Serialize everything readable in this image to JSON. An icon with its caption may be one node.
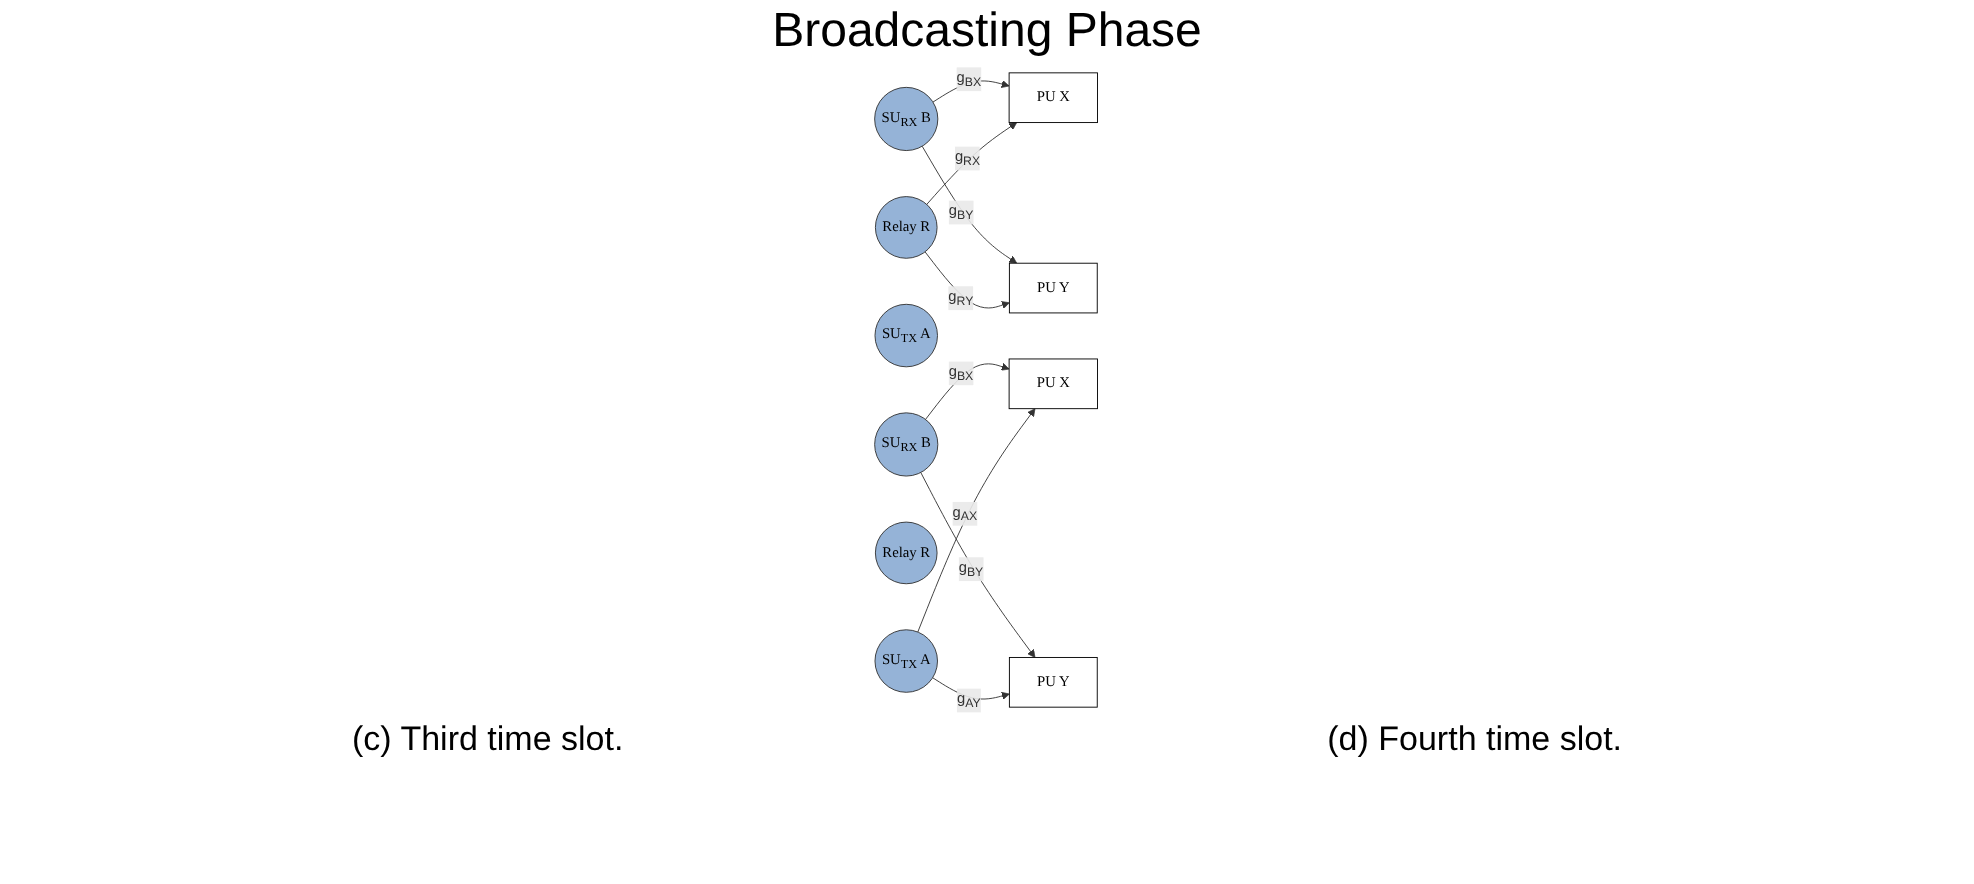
{
  "diagram": {
    "title": "Broadcasting Phase",
    "nodes": [
      {
        "text": [
          "SU$_{RX}$ B"
        ]
      },
      {
        "text": [
          "PU X"
        ]
      },
      {
        "text": [
          "Relay R"
        ]
      },
      {
        "text": [
          "PU Y"
        ]
      },
      {
        "text": [
          "SU$_{TX}$ A"
        ]
      },
      {
        "text": [
          "SU$_{RX}$ B"
        ]
      },
      {
        "text": [
          "PU X"
        ]
      },
      {
        "text": [
          "Relay R"
        ]
      },
      {
        "text": [
          "PU Y"
        ]
      },
      {
        "text": [
          "SU$_{TX}$ A"
        ]
      }
    ],
    "edges": [
      {
        "from": 0,
        "to": 1,
        "arrow": "to",
        "label": "g$_{BX}$"
      },
      {
        "from": 0,
        "to": 3,
        "arrow": "to",
        "label": "g$_{BY}$"
      },
      {
        "from": 2,
        "to": 1,
        "arrow": "to",
        "label": "g$_{RX}$"
      },
      {
        "from": 2,
        "to": 3,
        "arrow": "to",
        "label": "g$_{RY}$"
      },
      {
        "from": 5,
        "to": 6,
        "arrow": "to",
        "label": "g$_{BX}$"
      },
      {
        "from": 5,
        "to": 8,
        "arrow": "to",
        "label": "g$_{BY}$"
      },
      {
        "from": 9,
        "to": 6,
        "arrow": "to",
        "label": "g$_{AX}$"
      },
      {
        "from": 9,
        "to": 8,
        "arrow": "to",
        "label": "g$_{AY}$"
      }
    ],
    "labels": [
      "(c) Third time slot.",
      "(d) Fourth time slot."
    ]
  }
}
